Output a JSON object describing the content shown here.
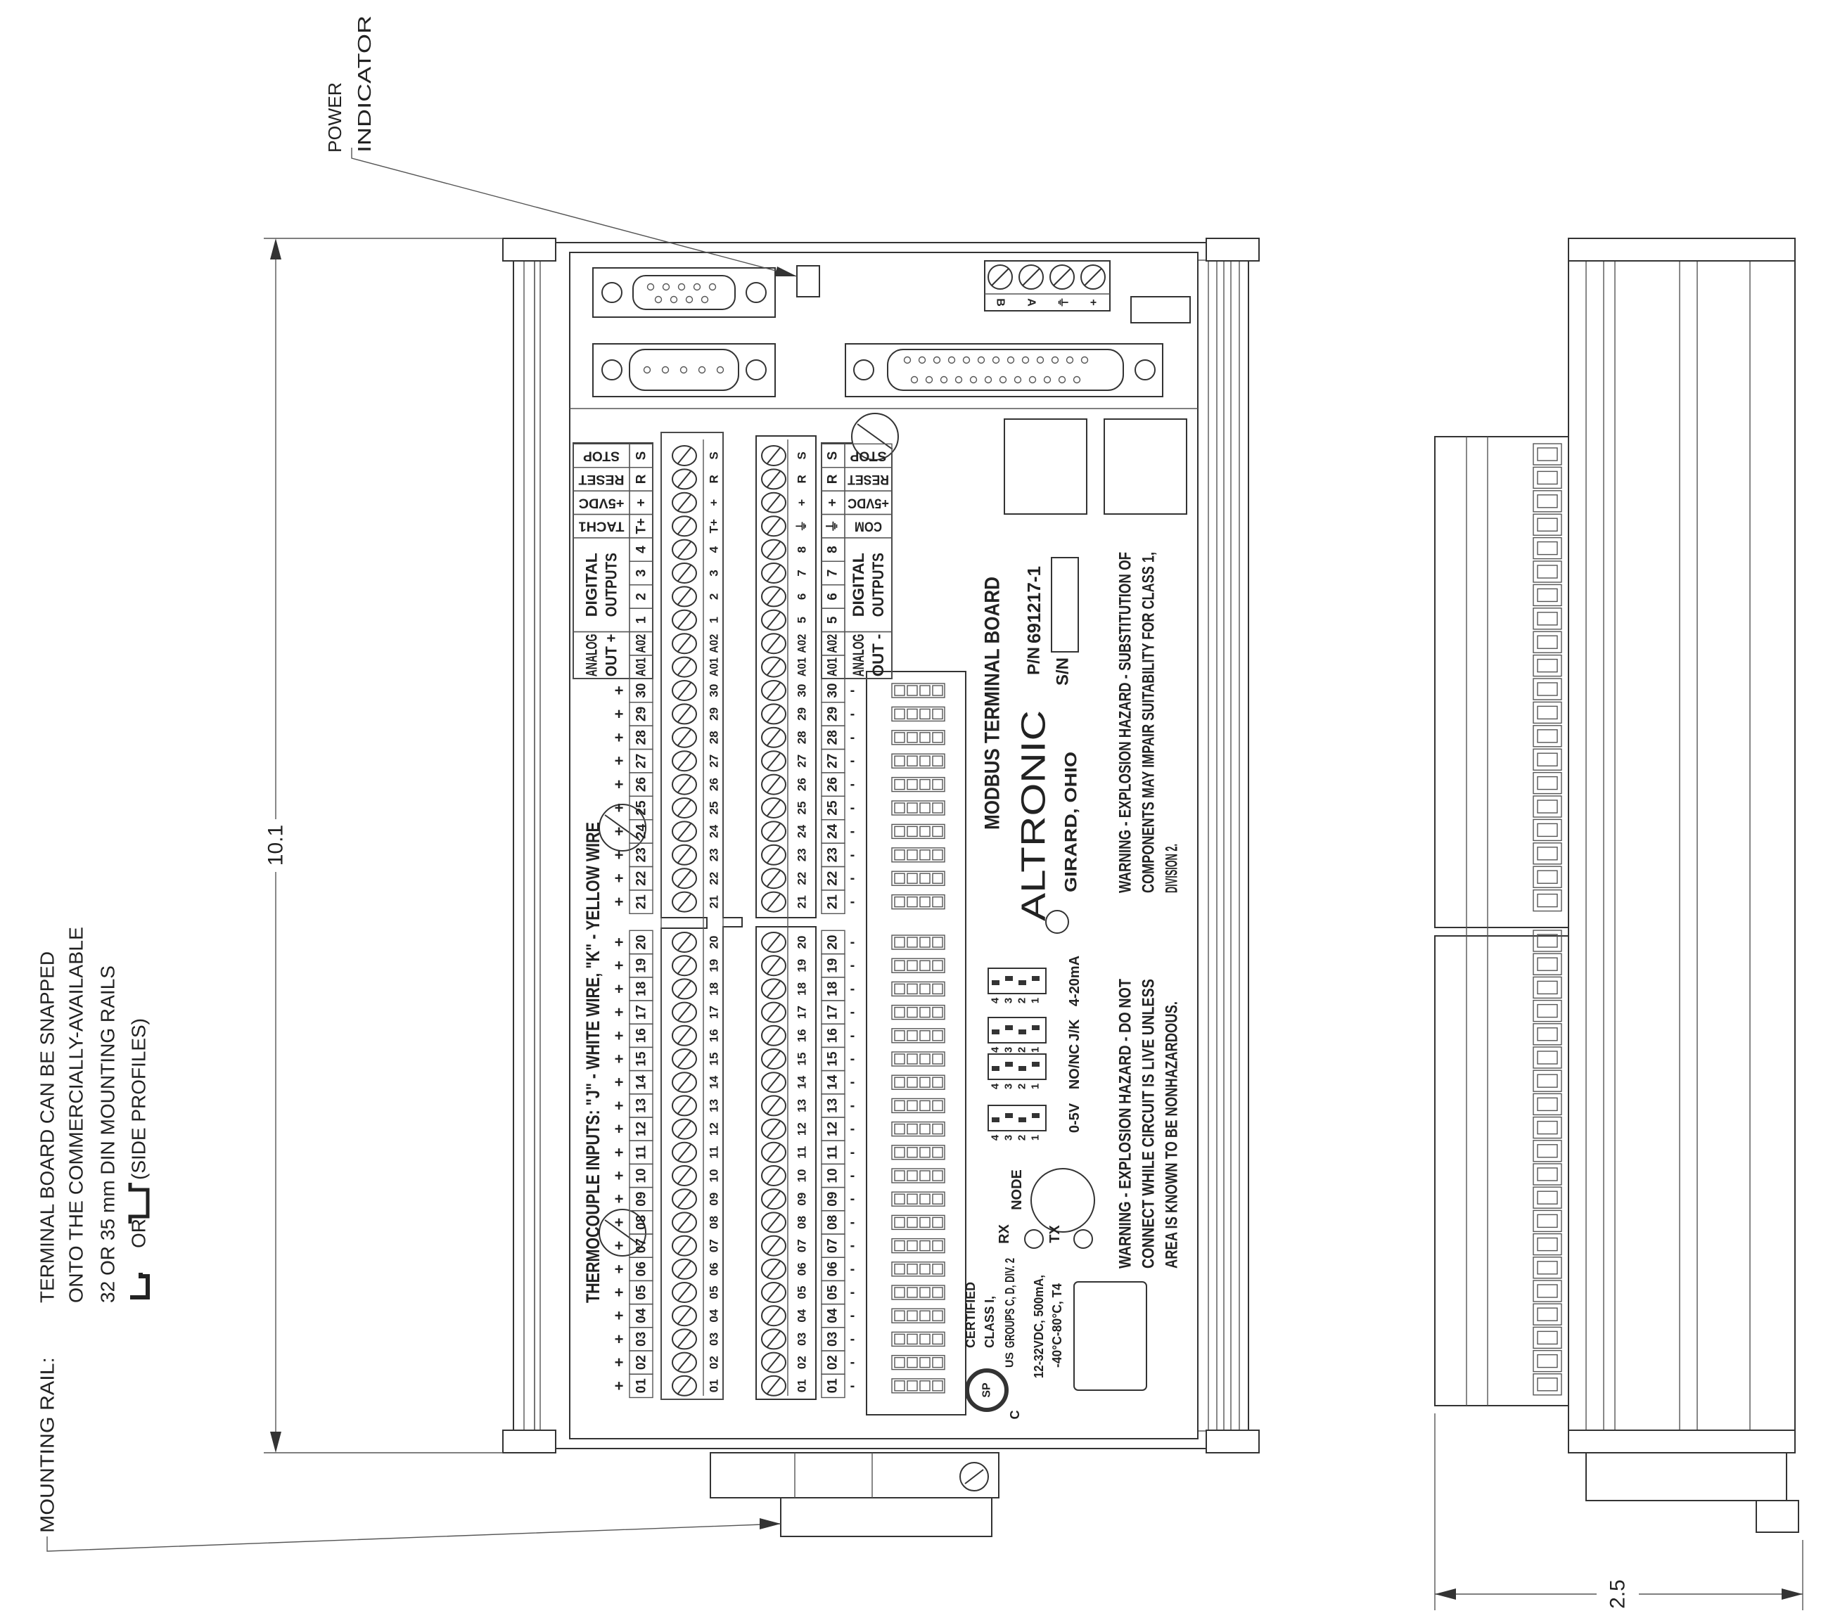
{
  "annotations": {
    "power_indicator": [
      "POWER",
      "INDICATOR"
    ],
    "mounting_rail_label": "MOUNTING RAIL:",
    "mounting_rail_note": [
      "TERMINAL BOARD CAN BE SNAPPED",
      "ONTO THE COMMERCIALLY-AVAILABLE",
      "32 OR 35 mm DIN MOUNTING RAILS",
      "OR",
      "(SIDE PROFILES)"
    ],
    "dim_height": "10.1",
    "dim_width": "2.5"
  },
  "board": {
    "title": "MODBUS TERMINAL BOARD",
    "brand": "ALTRONIC",
    "pn_label": "P/N",
    "pn": "691217-1",
    "sn_label": "S/N",
    "location": "GIRARD, OHIO",
    "warning_1": [
      "WARNING - EXPLOSION HAZARD - SUBSTITUTION OF",
      "COMPONENTS MAY IMPAIR SUITABILITY FOR CLASS 1,",
      "DIVISION 2."
    ],
    "warning_2": [
      "WARNING - EXPLOSION HAZARD - DO NOT",
      "CONNECT WHILE CIRCUIT IS LIVE UNLESS",
      "AREA IS KNOWN TO BE NONHAZARDOUS."
    ],
    "node_label": "NODE",
    "rx_label": "RX",
    "tx_label": "TX",
    "dip_labels": [
      "0-5V",
      "NO/NC",
      "J/K",
      "4-20mA"
    ],
    "dip_numbers": [
      "1",
      "2",
      "3",
      "4"
    ],
    "cert": {
      "c": "C",
      "us": "US",
      "lines": [
        "CERTIFIED",
        "CLASS I,",
        "GROUPS C, D, DIV. 2",
        "12-32VDC, 500mA,",
        "-40°C-80°C, T4"
      ]
    },
    "comm_terminal_labels": [
      "B",
      "A",
      "⏚",
      "+"
    ]
  },
  "terminals": {
    "thermocouple_note": "THERMOCOUPLE INPUTS: \"J\" - WHITE WIRE, \"K\" - YELLOW WIRE",
    "plus": "+",
    "minus": "-",
    "left_labels": [
      "S",
      "R",
      "+",
      "T+",
      "4",
      "3",
      "2",
      "1",
      "A02",
      "A01",
      "30",
      "29",
      "28",
      "27",
      "26",
      "25",
      "24",
      "23",
      "22",
      "21",
      "20",
      "19",
      "18",
      "17",
      "16",
      "15",
      "14",
      "13",
      "12",
      "11",
      "10",
      "09",
      "08",
      "07",
      "06",
      "05",
      "04",
      "03",
      "02",
      "01"
    ],
    "right_labels": [
      "S",
      "R",
      "+",
      "⏚",
      "8",
      "7",
      "6",
      "5",
      "A02",
      "A01",
      "30",
      "29",
      "28",
      "27",
      "26",
      "25",
      "24",
      "23",
      "22",
      "21",
      "20",
      "19",
      "18",
      "17",
      "16",
      "15",
      "14",
      "13",
      "12",
      "11",
      "10",
      "09",
      "08",
      "07",
      "06",
      "05",
      "04",
      "03",
      "02",
      "01"
    ],
    "left_groups": [
      {
        "rows": [
          0,
          0
        ],
        "lines": [
          "STOP"
        ]
      },
      {
        "rows": [
          1,
          1
        ],
        "lines": [
          "RESET"
        ]
      },
      {
        "rows": [
          2,
          2
        ],
        "lines": [
          "+5VDC"
        ]
      },
      {
        "rows": [
          3,
          3
        ],
        "lines": [
          "TACH1"
        ]
      },
      {
        "rows": [
          4,
          7
        ],
        "lines": [
          "DIGITAL",
          "OUTPUTS"
        ]
      },
      {
        "rows": [
          8,
          9
        ],
        "lines": [
          "ANALOG",
          "OUT +"
        ]
      }
    ],
    "right_groups": [
      {
        "rows": [
          0,
          0
        ],
        "lines": [
          "STOP"
        ]
      },
      {
        "rows": [
          1,
          1
        ],
        "lines": [
          "RESET"
        ]
      },
      {
        "rows": [
          2,
          2
        ],
        "lines": [
          "+5VDC"
        ]
      },
      {
        "rows": [
          3,
          3
        ],
        "lines": [
          "COM"
        ]
      },
      {
        "rows": [
          4,
          7
        ],
        "lines": [
          "DIGITAL",
          "OUTPUTS"
        ]
      },
      {
        "rows": [
          8,
          9
        ],
        "lines": [
          "ANALOG",
          "OUT -"
        ]
      }
    ]
  }
}
